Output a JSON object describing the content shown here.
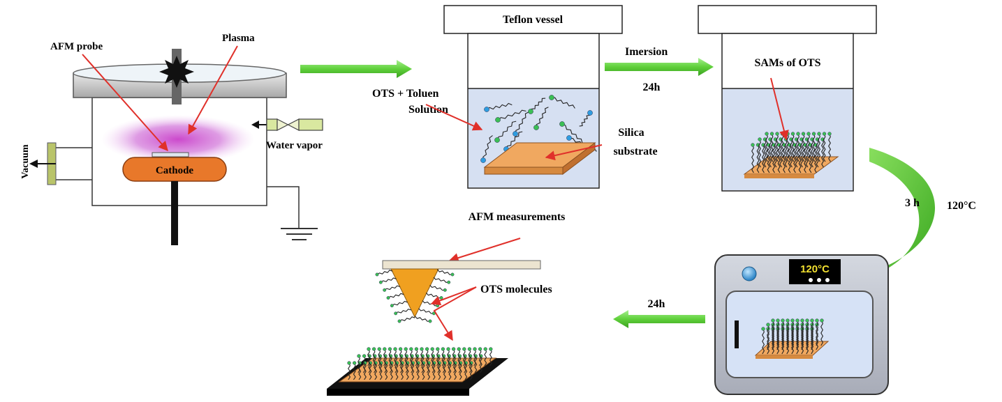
{
  "labels": {
    "afm_probe": "AFM probe",
    "plasma": "Plasma",
    "cathode": "Cathode",
    "vacuum": "Vacuum",
    "water_vapor": "Water vapor",
    "teflon_vessel": "Teflon vessel",
    "ots_solution_line1": "OTS + Toluen",
    "ots_solution_line2": "Solution",
    "silica_line1": "Silica",
    "silica_line2": "substrate",
    "immersion": "Imersion",
    "immersion_time": "24h",
    "sams": "SAMs of OTS",
    "bake_time": "3 h",
    "bake_temp": "120°C",
    "oven_display": "120°C",
    "oven_time": "24h",
    "afm_measurements": "AFM measurements",
    "ots_molecules": "OTS molecules"
  },
  "colors": {
    "arrow_green": "#5fd03a",
    "annotation_red": "#e0302a",
    "plasma_magenta": "#c93fc9",
    "cathode_orange": "#e8782a",
    "substrate_orange": "#f0a860",
    "solution_blue": "#d6e0f2",
    "oven_grey": "#b8bcc6",
    "tip_orange": "#f0a020"
  }
}
